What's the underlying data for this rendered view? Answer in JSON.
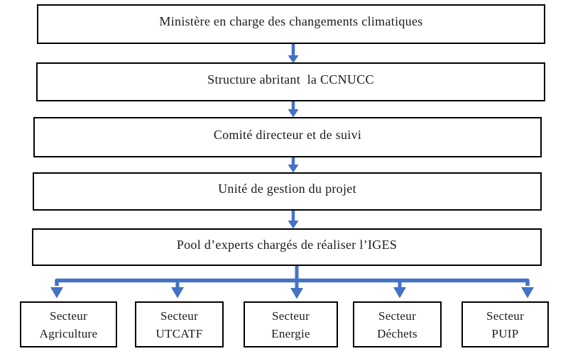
{
  "diagram": {
    "levels": [
      {
        "label": "Ministère en charge des changements climatiques"
      },
      {
        "label": "Structure abritant  la CCNUCC"
      },
      {
        "label": "Comité directeur et de suivi"
      },
      {
        "label": "Unité de gestion du projet"
      },
      {
        "label": "Pool d’experts chargés de réaliser l’IGES"
      }
    ],
    "sectors": [
      {
        "line1": "Secteur",
        "line2": "Agriculture"
      },
      {
        "line1": "Secteur",
        "line2": "UTCATF"
      },
      {
        "line1": "Secteur",
        "line2": "Energie"
      },
      {
        "line1": "Secteur",
        "line2": "Déchets"
      },
      {
        "line1": "Secteur",
        "line2": "PUIP"
      }
    ],
    "colors": {
      "arrow_blue": "#4472C4",
      "box_border": "#000000",
      "box_fill": "#FFFFFF"
    }
  }
}
